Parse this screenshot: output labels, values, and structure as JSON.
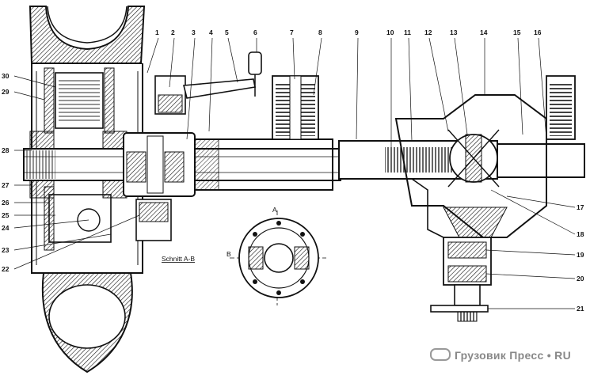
{
  "callouts_top": [
    "1",
    "2",
    "3",
    "4",
    "5",
    "6",
    "7",
    "8",
    "9",
    "10",
    "11",
    "12",
    "13",
    "14",
    "15",
    "16"
  ],
  "callouts_left": [
    "30",
    "29",
    "28",
    "27",
    "26",
    "25",
    "24",
    "23",
    "22"
  ],
  "callouts_right": [
    "17",
    "18",
    "19",
    "20",
    "21"
  ],
  "section_label": "Schnitt A-B",
  "section_marks": {
    "top": "A",
    "left": "B"
  },
  "watermark": "Грузовик Пресс",
  "watermark_suffix": "RU",
  "colors": {
    "ink": "#111111",
    "paper": "#ffffff",
    "watermark": "#888888"
  }
}
